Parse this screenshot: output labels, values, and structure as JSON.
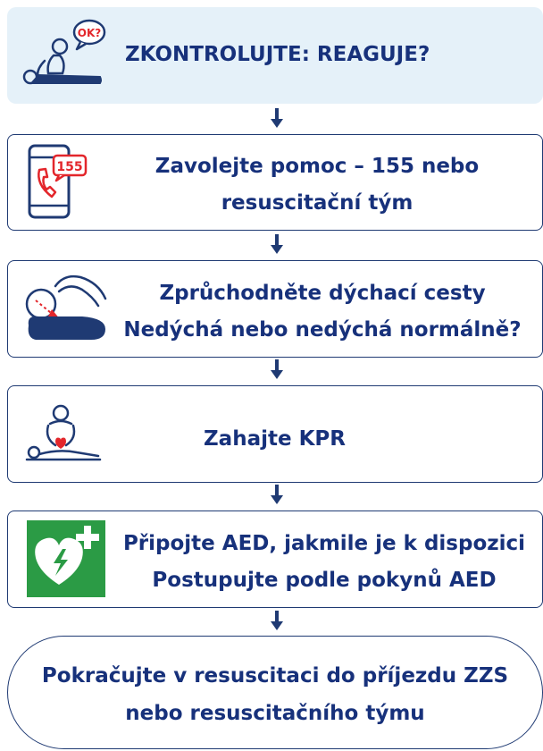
{
  "steps": [
    {
      "line1": "ZKONTROLUJTE: REAGUJE?",
      "icon": "person-ok-speech-icon"
    },
    {
      "line1": "Zavolejte pomoc – 155 nebo",
      "line2": "resuscitační tým",
      "badge": "155",
      "icon": "phone-call-icon"
    },
    {
      "line1": "Zprůchodněte dýchací cesty",
      "line2": "Nedýchá nebo nedýchá normálně?",
      "icon": "airway-head-tilt-icon"
    },
    {
      "line1": "Zahajte KPR",
      "icon": "cpr-compressions-icon"
    },
    {
      "line1": "Připojte AED, jakmile je k dispozici",
      "line2": "Postupujte podle pokynů AED",
      "icon": "aed-heart-icon"
    },
    {
      "line1": "Pokračujte v resuscitaci do příjezdu ZZS",
      "line2": "nebo resuscitačního týmu"
    }
  ],
  "ok_bubble": "OK?",
  "colors": {
    "navy": "#17317b",
    "light_blue_bg": "#e5f1f9",
    "red": "#e3262b",
    "aed_green": "#2b9b45"
  }
}
